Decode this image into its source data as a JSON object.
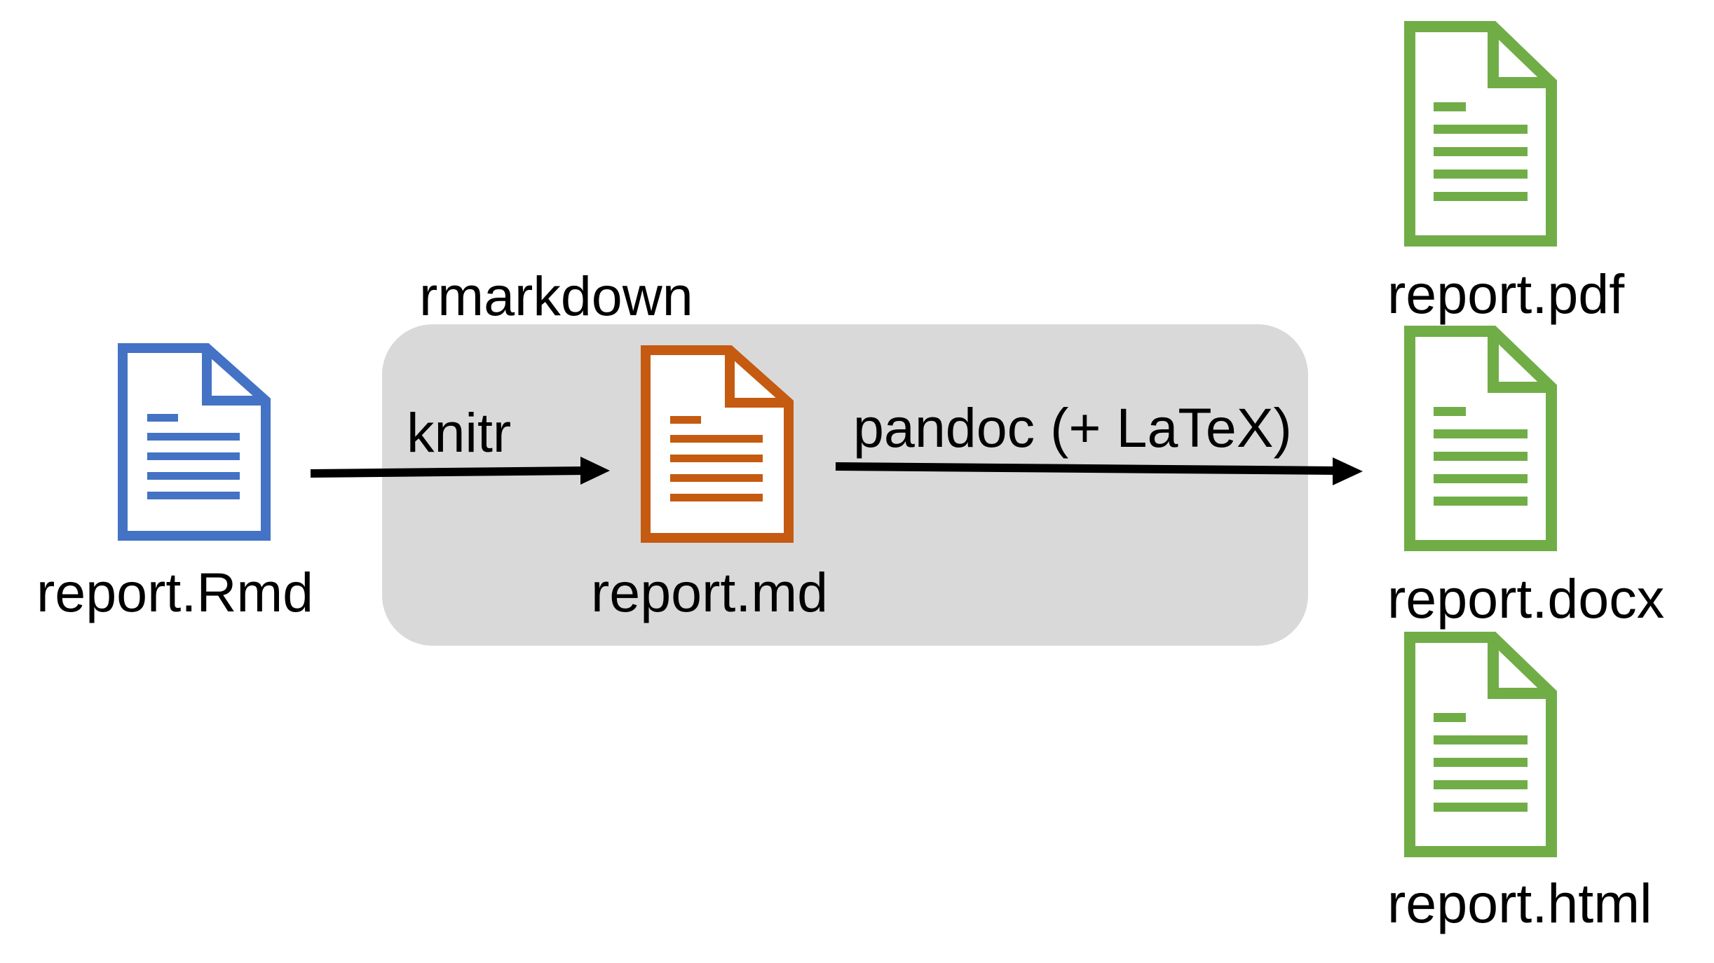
{
  "group": {
    "label": "rmarkdown"
  },
  "source": {
    "label": "report.Rmd",
    "icon": "document-icon",
    "color": "#4472c4"
  },
  "intermediate": {
    "label": "report.md",
    "icon": "document-icon",
    "color": "#c55a11"
  },
  "steps": {
    "knitr": "knitr",
    "pandoc": "pandoc (+ LaTeX)"
  },
  "outputs": [
    {
      "label": "report.pdf",
      "icon": "document-icon",
      "color": "#70ad47"
    },
    {
      "label": "report.docx",
      "icon": "document-icon",
      "color": "#70ad47"
    },
    {
      "label": "report.html",
      "icon": "document-icon",
      "color": "#70ad47"
    }
  ]
}
